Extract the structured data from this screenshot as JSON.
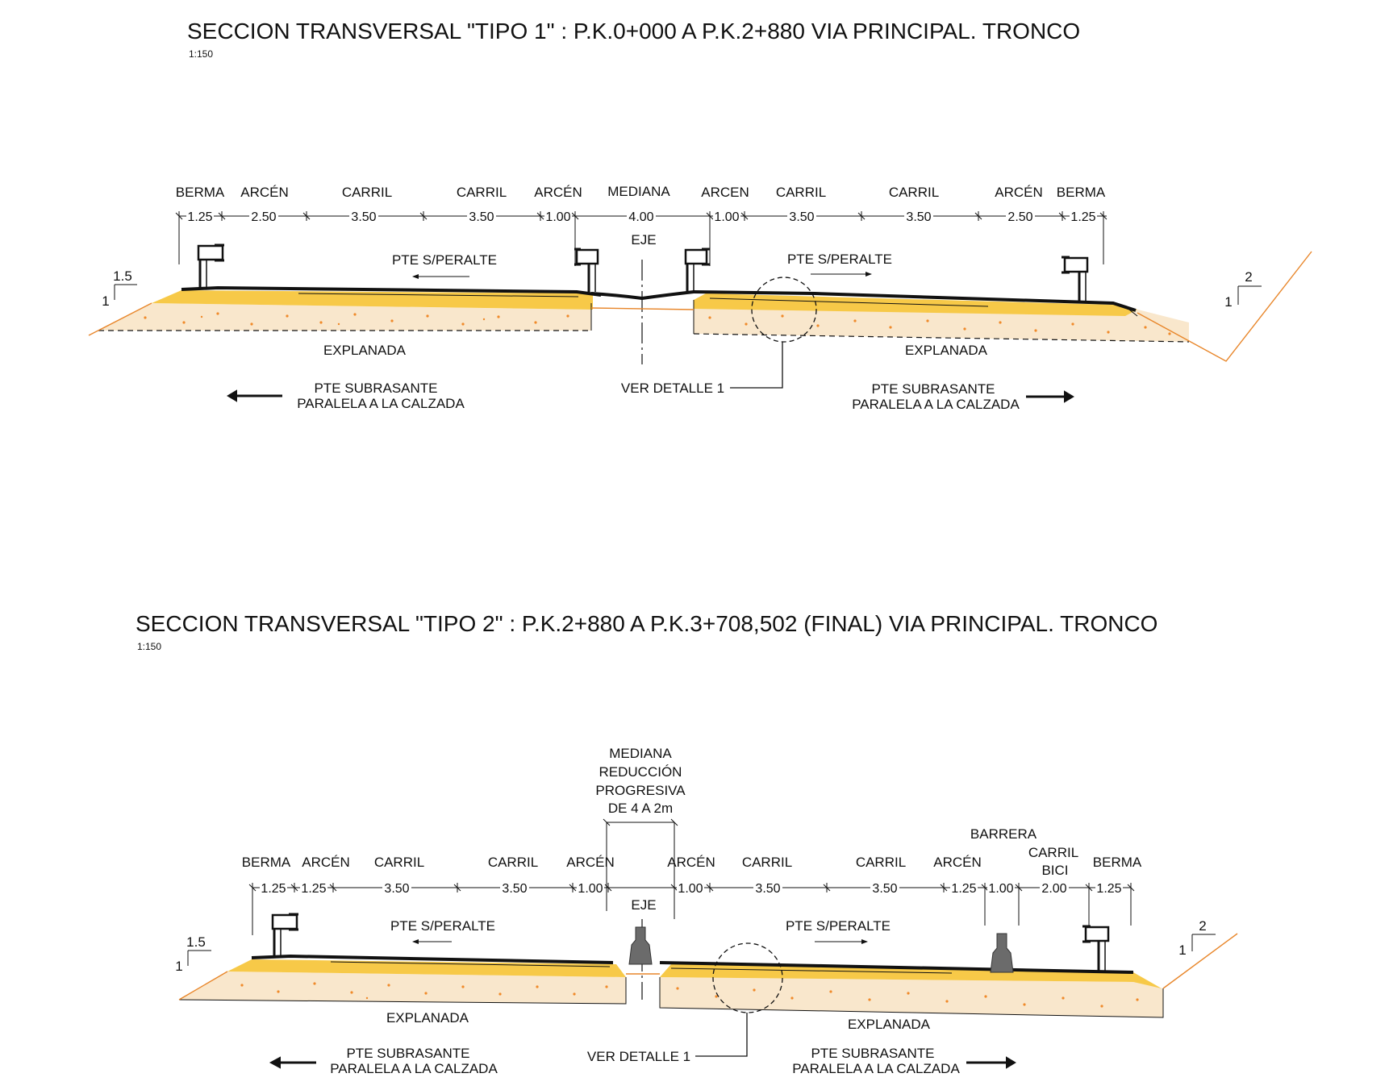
{
  "colors": {
    "pavement": "#f7c948",
    "soil": "#f9e7cc",
    "dots": "#f08a2a",
    "slope": "#e8862a",
    "barrier": "#6b6b6b"
  },
  "section1": {
    "title": "SECCION TRANSVERSAL \"TIPO 1\" : P.K.0+000 A P.K.2+880 VIA PRINCIPAL. TRONCO",
    "scale": "1:150",
    "labels": {
      "berma_l": "BERMA",
      "arcen_l": "ARCÉN",
      "carril_1": "CARRIL",
      "carril_2": "CARRIL",
      "arcen_ml": "ARCÉN",
      "mediana": "MEDIANA",
      "arcen_mr": "ARCEN",
      "carril_3": "CARRIL",
      "carril_4": "CARRIL",
      "arcen_r": "ARCÉN",
      "berma_r": "BERMA"
    },
    "dims": [
      "1.25",
      "2.50",
      "3.50",
      "3.50",
      "1.00",
      "4.00",
      "1.00",
      "3.50",
      "3.50",
      "2.50",
      "1.25"
    ],
    "eje": "EJE",
    "pte_peralte_l": "PTE S/PERALTE",
    "pte_peralte_r": "PTE S/PERALTE",
    "explanada_l": "EXPLANADA",
    "explanada_r": "EXPLANADA",
    "slope_l": {
      "h": "1.5",
      "v": "1"
    },
    "slope_r": {
      "h": "2",
      "v": "1"
    },
    "ver_detalle": "VER DETALLE 1",
    "subrasante_l": [
      "PTE SUBRASANTE",
      "PARALELA A LA CALZADA"
    ],
    "subrasante_r": [
      "PTE SUBRASANTE",
      "PARALELA A LA CALZADA"
    ]
  },
  "section2": {
    "title": "SECCION TRANSVERSAL \"TIPO 2\" : P.K.2+880 A P.K.3+708,502 (FINAL) VIA PRINCIPAL. TRONCO",
    "scale": "1:150",
    "mediana": [
      "MEDIANA",
      "REDUCCIÓN",
      "PROGRESIVA",
      "DE 4 A 2m"
    ],
    "labels": {
      "berma_l": "BERMA",
      "arcen_l": "ARCÉN",
      "carril_1": "CARRIL",
      "carril_2": "CARRIL",
      "arcen_ml": "ARCÉN",
      "arcen_mr": "ARCÉN",
      "carril_3": "CARRIL",
      "carril_4": "CARRIL",
      "arcen_r": "ARCÉN",
      "barrera": "BARRERA",
      "carril_bici_1": "CARRIL",
      "carril_bici_2": "BICI",
      "berma_r": "BERMA"
    },
    "dims": [
      "1.25",
      "1.25",
      "3.50",
      "3.50",
      "1.00",
      "1.00",
      "3.50",
      "3.50",
      "1.25",
      "1.00",
      "2.00",
      "1.25"
    ],
    "eje": "EJE",
    "pte_peralte_l": "PTE S/PERALTE",
    "pte_peralte_r": "PTE S/PERALTE",
    "explanada_l": "EXPLANADA",
    "explanada_r": "EXPLANADA",
    "slope_l": {
      "h": "1.5",
      "v": "1"
    },
    "slope_r": {
      "h": "2",
      "v": "1"
    },
    "ver_detalle": "VER DETALLE 1",
    "subrasante_l": [
      "PTE SUBRASANTE",
      "PARALELA A LA CALZADA"
    ],
    "subrasante_r": [
      "PTE SUBRASANTE",
      "PARALELA A LA CALZADA"
    ]
  }
}
